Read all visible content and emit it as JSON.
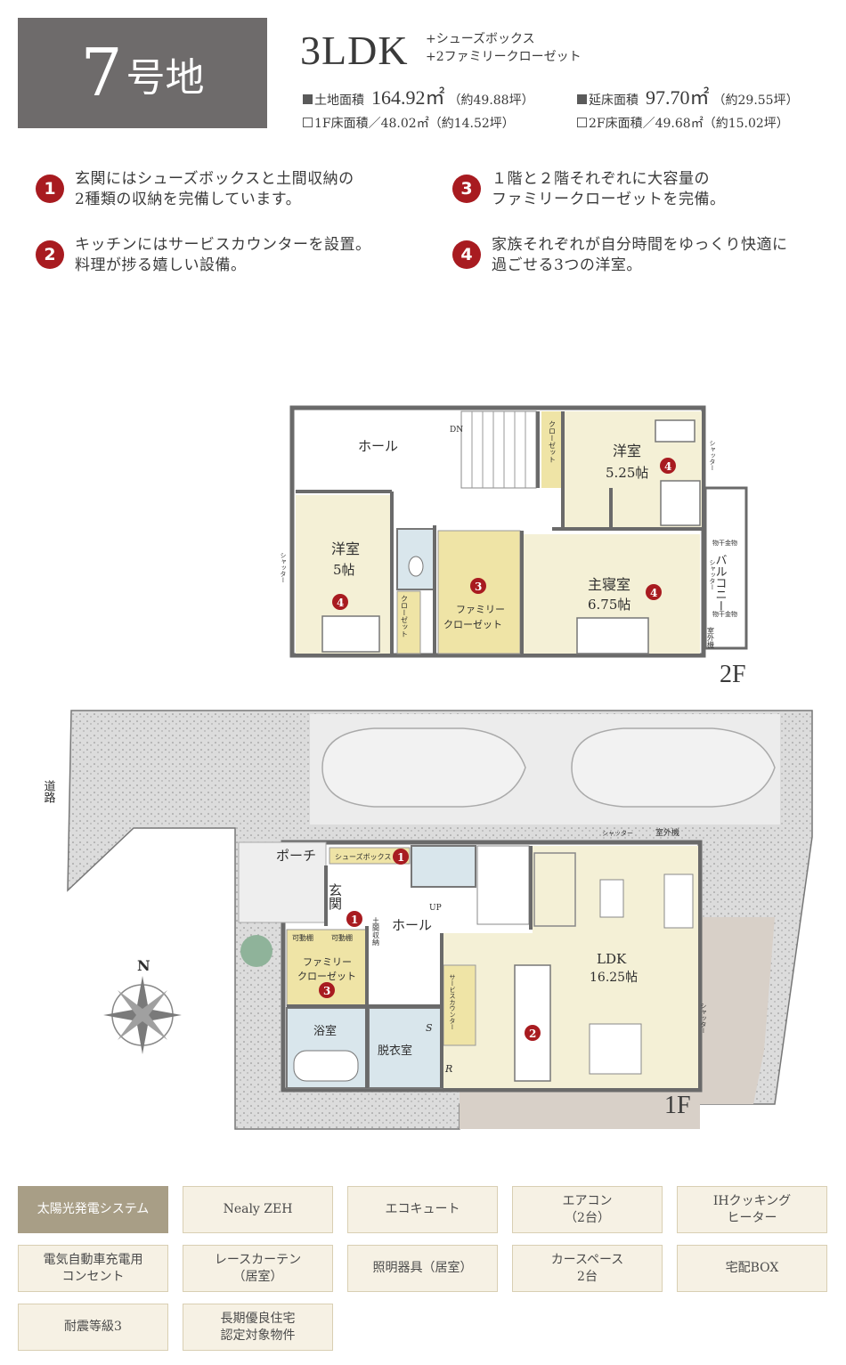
{
  "header": {
    "lot_number": "7",
    "lot_suffix": "号地",
    "plan_type": "3LDK",
    "extras": [
      "+シューズボックス",
      "+2ファミリークローゼット"
    ],
    "land_area_label": "土地面積",
    "land_area_value": "164.92㎡",
    "land_area_tsubo": "（約49.88坪）",
    "total_floor_label": "延床面積",
    "total_floor_value": "97.70㎡",
    "total_floor_tsubo": "（約29.55坪）",
    "floor1_text": "1F床面積／48.02㎡（約14.52坪）",
    "floor2_text": "2F床面積／49.68㎡（約15.02坪）"
  },
  "features": [
    {
      "number": "1",
      "line1": "玄関にはシューズボックスと土間収納の",
      "line2": "2種類の収納を完備しています。"
    },
    {
      "number": "2",
      "line1": "キッチンにはサービスカウンターを設置。",
      "line2": "料理が捗る嬉しい設備。"
    },
    {
      "number": "3",
      "line1": "１階と２階それぞれに大容量の",
      "line2": "ファミリークローゼットを完備。"
    },
    {
      "number": "4",
      "line1": "家族それぞれが自分時間をゆっくり快適に",
      "line2": "過ごせる3つの洋室。"
    }
  ],
  "floor2": {
    "label": "2F",
    "hall": "ホール",
    "dn": "DN",
    "closet": "クローゼット",
    "room_a": "洋室",
    "room_a_size": "5.25帖",
    "room_b": "洋室",
    "room_b_size": "5帖",
    "family_closet_1": "ファミリー",
    "family_closet_2": "クローゼット",
    "master": "主寝室",
    "master_size": "6.75帖",
    "balcony": "バルコニー",
    "shutter": "シャッター",
    "hoshi": "物干金物",
    "outdoor_unit": "室外機"
  },
  "floor1": {
    "label": "1F",
    "road": "道路",
    "porch": "ポーチ",
    "entrance": "玄関",
    "shoebox": "シューズボックス",
    "doma": "土間収納",
    "kadou": "可動棚",
    "family_closet_1": "ファミリー",
    "family_closet_2": "クローゼット",
    "bath": "浴室",
    "dressing": "脱衣室",
    "hall": "ホール",
    "up": "UP",
    "ldk": "LDK",
    "ldk_size": "16.25帖",
    "service_counter": "サービスカウンター",
    "shutter": "シャッター",
    "outdoor_unit": "室外機",
    "s": "S",
    "r": "R",
    "north": "N"
  },
  "options": [
    "太陽光発電システム",
    "Nealy ZEH",
    "エコキュート",
    "エアコン\n（2台）",
    "IHクッキング\nヒーター",
    "電気自動車充電用\nコンセント",
    "レースカーテン\n（居室）",
    "照明器具（居室）",
    "カースペース\n2台",
    "宅配BOX",
    "耐震等級3",
    "長期優良住宅\n認定対象物件"
  ],
  "colors": {
    "badge_red": "#a81b20",
    "header_gray": "#6e6b6b",
    "room_cream": "#f4f0d6",
    "closet_yellow": "#efe4a6",
    "wet_blue": "#d9e6ec",
    "highlight_option": "#a89e86"
  }
}
